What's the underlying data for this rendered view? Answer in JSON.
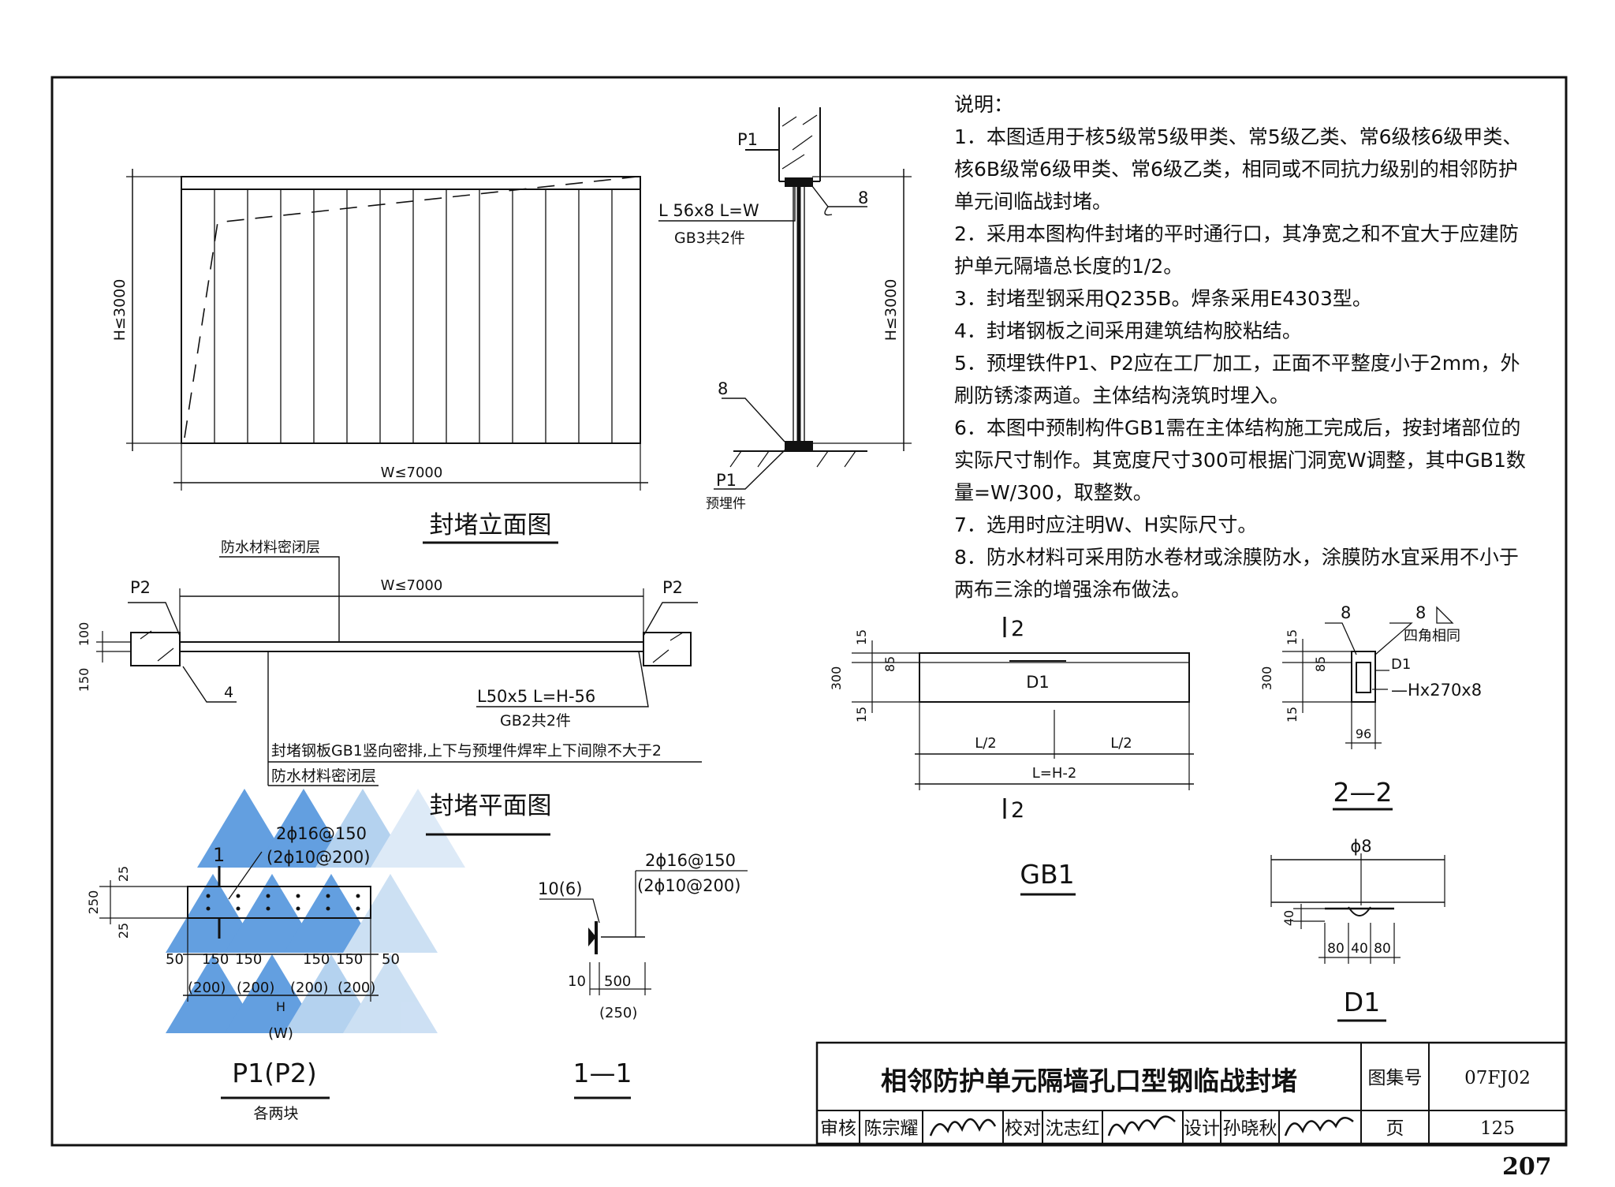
{
  "elevation": {
    "title": "封堵立面图",
    "dim_height": "H≤3000",
    "dim_width": "W≤7000"
  },
  "section": {
    "label_p1_top": "P1",
    "angle_label": "L 56x8  L=W",
    "angle_qty": "GB3共2件",
    "weld_top": "8",
    "weld_bottom": "8",
    "dim_height": "H≤3000",
    "label_p1_bottom": "P1",
    "embed_label": "预埋件"
  },
  "plan": {
    "title": "封堵平面图",
    "seal_top": "防水材料密闭层",
    "p2_left": "P2",
    "p2_right": "P2",
    "dim_width": "W≤7000",
    "dim_100": "100",
    "dim_150": "150",
    "weld_4": "4",
    "angle_label": "L50x5  L=H-56",
    "angle_qty": "GB2共2件",
    "note_gb1": "封堵钢板GB1竖向密排,上下与预埋件焊牢上下间隙不大于2",
    "seal_bottom": "防水材料密闭层"
  },
  "p1": {
    "title": "P1(P2)",
    "subtitle": "各两块",
    "rebar_1": "2ϕ16@150",
    "rebar_2": "(2ϕ10@200)",
    "sec_mark": "1",
    "dim_25a": "25",
    "dim_250": "250",
    "dim_25b": "25",
    "dims_top": [
      "50",
      "150",
      "150",
      "150",
      "150",
      "50"
    ],
    "dims_bottom": [
      "(200)",
      "(200)",
      "(200)",
      "(200)"
    ],
    "dim_h": "H",
    "dim_w": "(W)"
  },
  "s11": {
    "title": "1—1",
    "weld": "10(6)",
    "rebar_1": "2ϕ16@150",
    "rebar_2": "(2ϕ10@200)",
    "dim_10": "10",
    "dim_500": "500",
    "dim_250": "(250)"
  },
  "gb1": {
    "title": "GB1",
    "sec_top": "2",
    "sec_bottom": "2",
    "d1": "D1",
    "dim_15a": "15",
    "dim_85": "85",
    "dim_300": "300",
    "dim_15b": "15",
    "dim_half_l": "L/2",
    "dim_half_r": "L/2",
    "dim_len": "L=H-2"
  },
  "s22": {
    "title": "2—2",
    "weld_l": "8",
    "weld_r": "8",
    "corners": "四角相同",
    "d1": "D1",
    "plate": "—Hx270x8",
    "dim_15a": "15",
    "dim_85": "85",
    "dim_300": "300",
    "dim_15b": "15",
    "dim_96": "96"
  },
  "d1": {
    "title": "D1",
    "bar": "ϕ8",
    "dim_40v": "40",
    "dims": [
      "80",
      "40",
      "80"
    ]
  },
  "notes": {
    "heading": "说明：",
    "lines": [
      "1．本图适用于核5级常5级甲类、常5级乙类、常6级核6级甲类、",
      "核6B级常6级甲类、常6级乙类，相同或不同抗力级别的相邻防护",
      "单元间临战封堵。",
      "2．采用本图构件封堵的平时通行口，其净宽之和不宜大于应建防",
      "护单元隔墙总长度的1/2。",
      "3．封堵型钢采用Q235B。焊条采用E4303型。",
      "4．封堵钢板之间采用建筑结构胶粘结。",
      "5．预埋铁件P1、P2应在工厂加工，正面不平整度小于2mm，外",
      "刷防锈漆两道。主体结构浇筑时埋入。",
      "6．本图中预制构件GB1需在主体结构施工完成后，按封堵部位的",
      "实际尺寸制作。其宽度尺寸300可根据门洞宽W调整，其中GB1数",
      "量=W/300，取整数。",
      "7．选用时应注明W、H实际尺寸。",
      "8．防水材料可采用防水卷材或涂膜防水，涂膜防水宜采用不小于",
      "两布三涂的增强涂布做法。"
    ]
  },
  "title_block": {
    "title": "相邻防护单元隔墙孔口型钢临战封堵",
    "atlas_label": "图集号",
    "atlas_no": "07FJ02",
    "review": "审核",
    "reviewer": "陈宗耀",
    "check": "校对",
    "checker": "沈志红",
    "design": "设计",
    "designer": "孙晓秋",
    "page_label": "页",
    "page_no": "125"
  },
  "page_number": "207",
  "colors": {
    "line": "#111111",
    "watermark": "#2f7fd6",
    "background": "#ffffff"
  }
}
